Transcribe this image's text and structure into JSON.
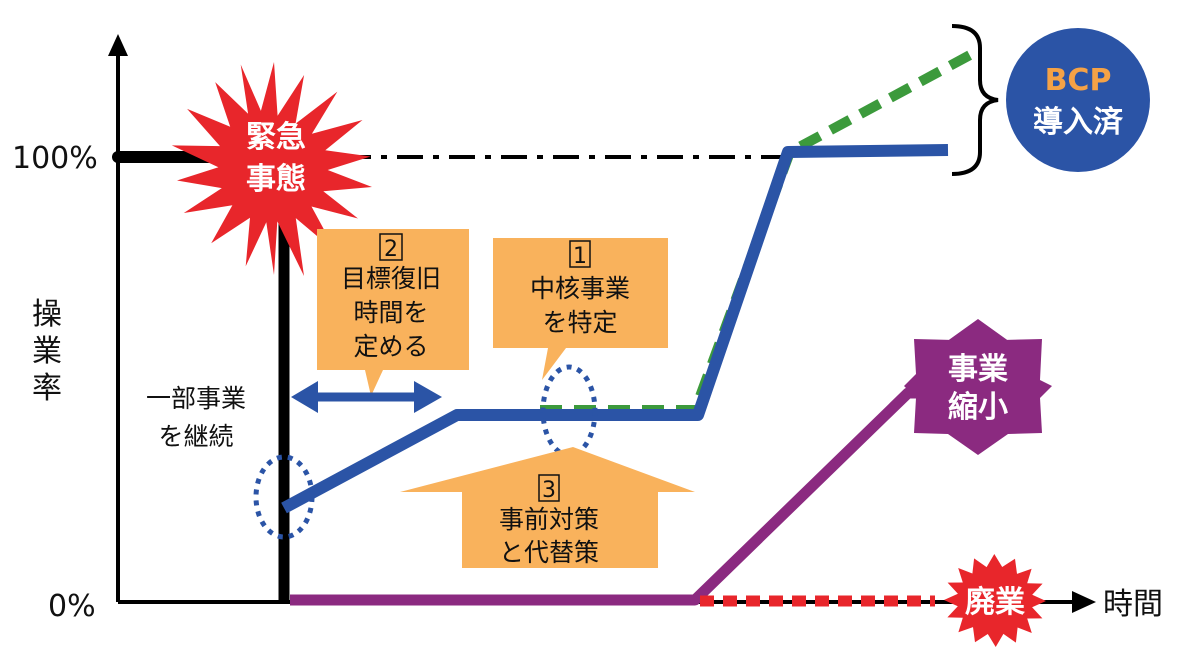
{
  "axis": {
    "y_label": [
      "操",
      "業",
      "率"
    ],
    "y_top": "100%",
    "y_bottom": "0%",
    "x_label": "時間"
  },
  "emergency": {
    "lines": [
      "緊急",
      "事態"
    ]
  },
  "partial": {
    "lines": [
      "一部事業",
      "を継続"
    ]
  },
  "callout2": {
    "number": "2",
    "lines": [
      "目標復旧",
      "時間を",
      "定める"
    ]
  },
  "callout1": {
    "number": "1",
    "lines": [
      "中核事業",
      "を特定"
    ]
  },
  "callout3": {
    "number": "3",
    "lines": [
      "事前対策",
      "と代替策"
    ]
  },
  "bcp": {
    "line1": "BCP",
    "line2": "導入済"
  },
  "shrink": {
    "lines": [
      "事業",
      "縮小"
    ]
  },
  "closure": {
    "label": "廃業"
  },
  "colors": {
    "bcp_line": "#2b54a6",
    "bcp_circle": "#2b54a6",
    "bcp_text_top": "#f5a246",
    "improvement": "#3c9a3c",
    "shrink_line": "#8b2a80",
    "closure_line": "#e8262b",
    "emergency_star": "#e8262b",
    "callout_fill": "#f9b25c",
    "black": "#000000"
  }
}
